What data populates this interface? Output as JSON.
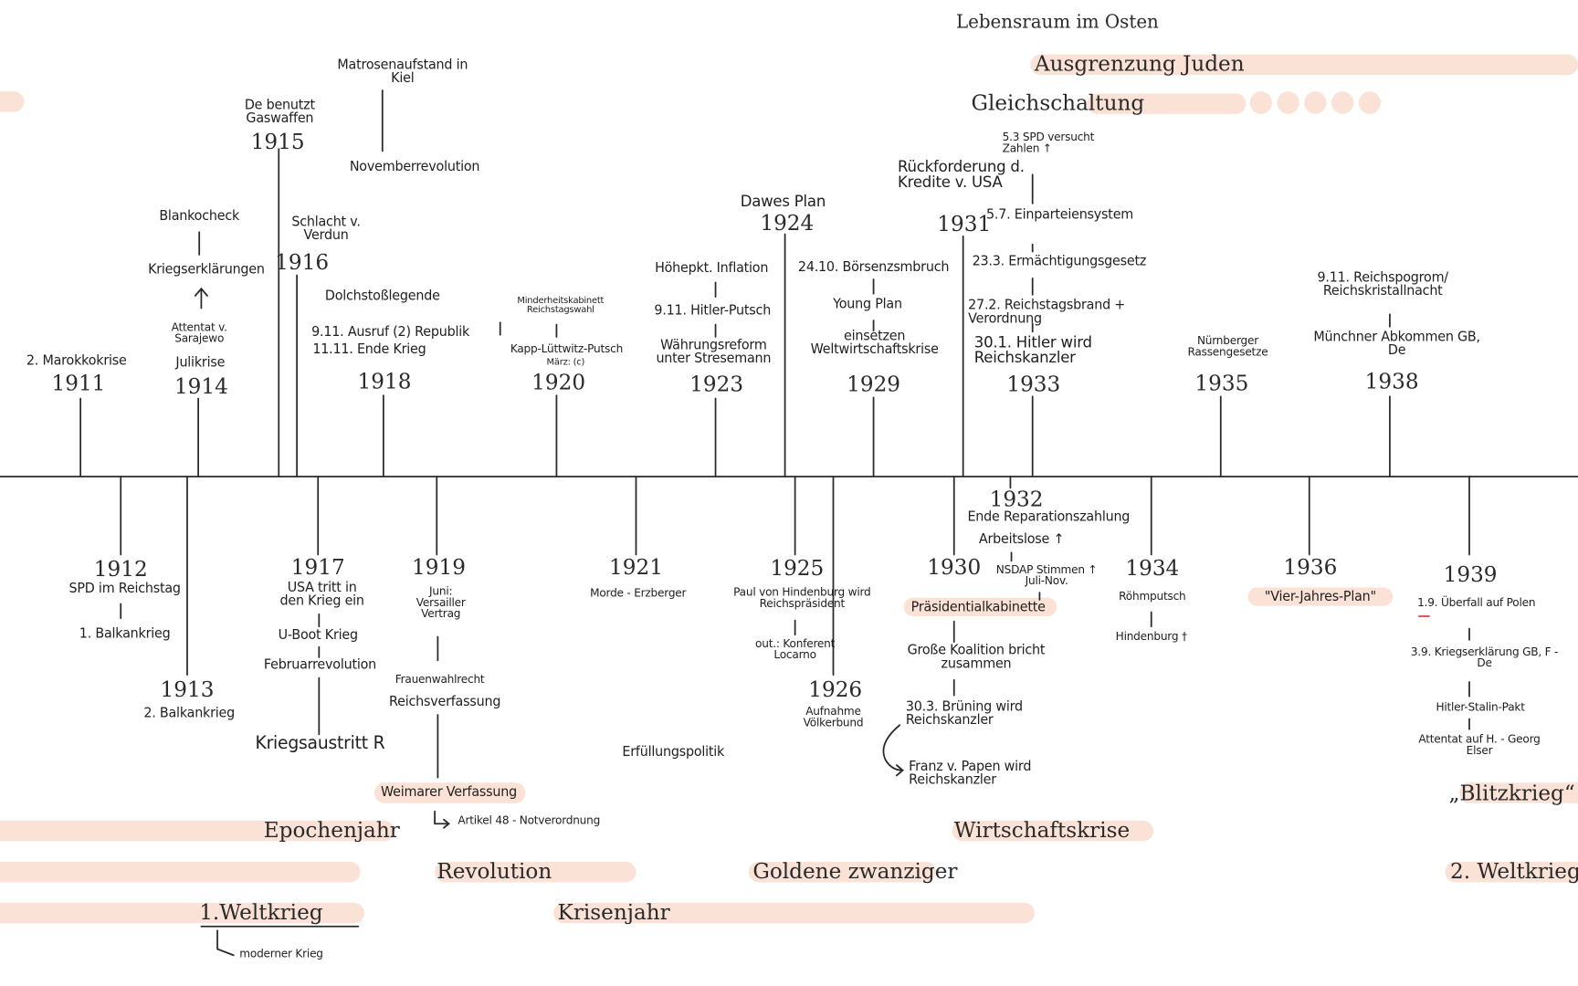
{
  "colors": {
    "highlight": "#fbe2d6",
    "ink": "#1f1f1f",
    "line": "#2a2a2a"
  },
  "top_themes": {
    "lebensraum": "Lebensraum im Osten",
    "ausgrenzung": "Ausgrenzung Juden",
    "gleichschaltung": "Gleichschaltung"
  },
  "events": {
    "y1911": {
      "year": "1911",
      "e1": "2. Marokkokrise"
    },
    "y1912": {
      "year": "1912",
      "e1": "SPD im Reichstag",
      "e2": "1. Balkankrieg"
    },
    "y1913": {
      "year": "1913",
      "e1": "2. Balkankrieg"
    },
    "y1914": {
      "year": "1914",
      "e1": "Blankocheck",
      "e2": "Kriegserklärungen",
      "e3": "Attentat v. Sarajewo",
      "e4": "Julikrise",
      "arrow": "↑"
    },
    "y1915": {
      "year": "1915",
      "e1": "De benutzt Gaswaffen"
    },
    "y1916": {
      "year": "1916",
      "e1": "Schlacht v. Verdun"
    },
    "y1917": {
      "year": "1917",
      "e1": "USA tritt in den Krieg ein",
      "e2": "U-Boot Krieg",
      "e3": "Februarrevolution",
      "e4": "Kriegsaustritt R"
    },
    "y1918": {
      "year": "1918",
      "e1": "Matrosenaufstand in Kiel",
      "e2": "Novemberrevolution",
      "e3": "Dolchstoßlegende",
      "e4": "9.11. Ausruf (2) Republik",
      "e5": "11.11. Ende Krieg"
    },
    "y1919": {
      "year": "1919",
      "e1": "Juni: Versailler Vertrag",
      "e2": "Frauenwahlrecht",
      "e3": "Reichsverfassung",
      "e4": "Weimarer Verfassung",
      "e5": "Artikel 48 - Notverordnung"
    },
    "y1920": {
      "year": "1920",
      "e1": "Minderheitskabinett Reichstagswahl",
      "e2": "Kapp-Lüttwitz-Putsch",
      "e3": "März: (c)"
    },
    "y1921": {
      "year": "1921",
      "e1": "Morde - Erzberger",
      "e2": "Erfüllungspolitik"
    },
    "y1923": {
      "year": "1923",
      "e1": "Höhepkt. Inflation",
      "e2": "9.11. Hitler-Putsch",
      "e3": "Währungsreform unter Stresemann"
    },
    "y1924": {
      "year": "1924",
      "e1": "Dawes Plan"
    },
    "y1925": {
      "year": "1925",
      "e1": "Paul von Hindenburg wird Reichspräsident",
      "e2": "out.: Konferent Locarno"
    },
    "y1926": {
      "year": "1926",
      "e1": "Aufnahme Völkerbund"
    },
    "y1929": {
      "year": "1929",
      "e1": "24.10. Börsenzsmbruch",
      "e2": "Young Plan",
      "e3": "einsetzen Weltwirtschaftskrise"
    },
    "y1930": {
      "year": "1930",
      "e1": "Präsidentialkabinette",
      "e2": "Große Koalition bricht zusammen",
      "e3": "30.3. Brüning wird Reichskanzler",
      "e4": "Franz v. Papen wird Reichskanzler"
    },
    "y1931": {
      "year": "1931",
      "e1": "Rückforderung d. Kredite v. USA"
    },
    "y1932": {
      "year": "1932",
      "e1": "Ende Reparationszahlung",
      "e2": "Arbeitslose ↑",
      "e3": "NSDAP Stimmen ↑ Juli-Nov."
    },
    "y1933": {
      "year": "1933",
      "e1": "5.3 SPD versucht Zahlen ↑",
      "e2": "5.7. Einparteiensystem",
      "e3": "23.3. Ermächtigungsgesetz",
      "e4": "27.2. Reichstagsbrand + Verordnung",
      "e5": "30.1. Hitler wird Reichskanzler"
    },
    "y1934": {
      "year": "1934",
      "e1": "Röhmputsch",
      "e2": "Hindenburg †"
    },
    "y1935": {
      "year": "1935",
      "e1": "Nürnberger Rassengesetze"
    },
    "y1936": {
      "year": "1936",
      "e1": "\"Vier-Jahres-Plan\""
    },
    "y1938": {
      "year": "1938",
      "e1": "9.11. Reichspogrom/ Reichskristallnacht",
      "e2": "Münchner Abkommen GB, De"
    },
    "y1939": {
      "year": "1939",
      "e1": "1.9. Überfall auf Polen",
      "e2": "3.9. Kriegserklärung GB, F - De",
      "e3": "Hitler-Stalin-Pakt",
      "e4": "Attentat auf H. - Georg Elser",
      "e5": "„Blitzkrieg“"
    }
  },
  "epochs": {
    "epochenjahr": "Epochenjahr",
    "revolution": "Revolution",
    "goldene": "Goldene zwanziger",
    "krisenjahr": "Krisenjahr",
    "weltkrieg1": "1.Weltkrieg",
    "moderner": "moderner Krieg",
    "wirtschaftskrise": "Wirtschaftskrise",
    "weltkrieg2": "2. Weltkrieg"
  }
}
